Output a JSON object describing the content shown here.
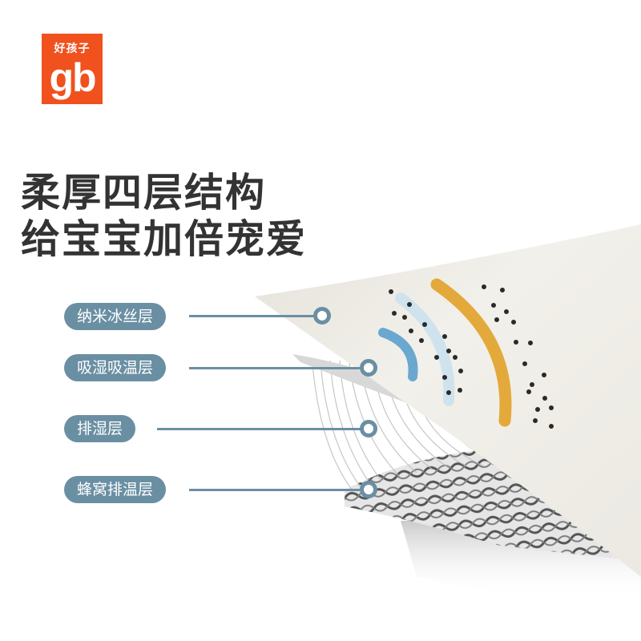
{
  "brand": {
    "name_cn": "好孩子",
    "mark": "gb",
    "color": "#f0511d"
  },
  "headline": {
    "line1": "柔厚四层结构",
    "line2": "给宝宝加倍宠爱",
    "color": "#333333"
  },
  "layers": [
    {
      "label": "纳米冰丝层"
    },
    {
      "label": "吸湿吸温层"
    },
    {
      "label": "排湿层"
    },
    {
      "label": "蜂窝排温层"
    }
  ],
  "colors": {
    "label_bg": "#6a8fa3",
    "fabric_top": "#efede6",
    "stripe_yellow": "#e3a93b",
    "stripe_blue": "#6aa8cf"
  }
}
